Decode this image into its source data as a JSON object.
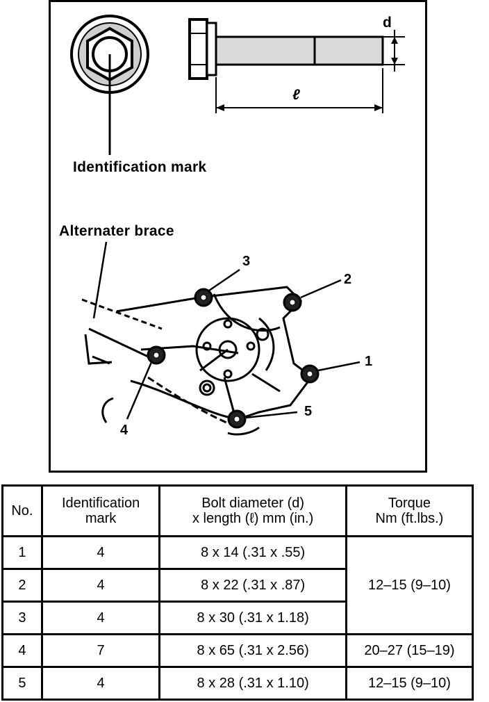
{
  "figure": {
    "dimension_d": "d",
    "dimension_l": "ℓ",
    "identification_mark_label": "Identification mark",
    "alternator_brace_label": "Alternater brace",
    "bolt_numbers": [
      "1",
      "2",
      "3",
      "4",
      "5"
    ]
  },
  "table": {
    "headers": {
      "no": "No.",
      "mark_line1": "Identification",
      "mark_line2": "mark",
      "size_line1": "Bolt diameter (d)",
      "size_line2": "x length (ℓ) mm (in.)",
      "torque_line1": "Torque",
      "torque_line2": "Nm (ft.lbs.)"
    },
    "rows": [
      {
        "no": "1",
        "mark": "4",
        "size": "8 x 14 (.31 x .55)"
      },
      {
        "no": "2",
        "mark": "4",
        "size": "8 x 22 (.31 x .87)"
      },
      {
        "no": "3",
        "mark": "4",
        "size": "8 x 30 (.31 x 1.18)"
      },
      {
        "no": "4",
        "mark": "7",
        "size": "8 x 65 (.31 x 2.56)"
      },
      {
        "no": "5",
        "mark": "4",
        "size": "8 x 28 (.31 x 1.10)"
      }
    ],
    "torque_group_1_3": "12–15 (9–10)",
    "torque_row_4": "20–27 (15–19)",
    "torque_row_5": "12–15 (9–10)"
  }
}
